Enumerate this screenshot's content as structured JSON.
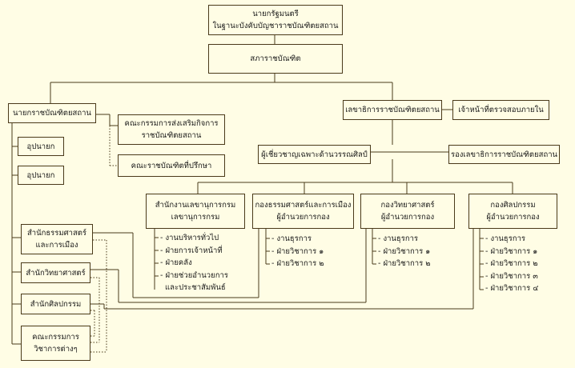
{
  "nodes": {
    "prime_minister": "นายกรัฐมนตรี\nในฐานะบังคับบัญชาราชบัณฑิตยสถาน",
    "royal_council": "สภาราชบัณฑิต",
    "president": "นายกราชบัณฑิตยสถาน",
    "vp1": "อุปนายก",
    "vp2": "อุปนายก",
    "promotion_committee": "คณะกรรมการส่งเสริมกิจการ\nราชบัณฑิตยสถาน",
    "advisory_committee": "คณะราชบัณฑิตที่ปรึกษา",
    "secretary_general": "เลขาธิการราชบัณฑิตยสถาน",
    "internal_audit": "เจ้าหน้าที่ตรวจสอบภายใน",
    "arts_expert": "ผู้เชี่ยวชาญเฉพาะด้านวรรณศิลป์",
    "deputy_secretary": "รองเลขาธิการราชบัณฑิตยสถาน",
    "secretary_office": "สำนักงานเลขานุการกรม\nเลขานุการกรม",
    "moral_political_div": "กองธรรมศาสตร์และการเมือง\nผู้อำนวยการกอง",
    "science_div": "กองวิทยาศาสตร์\nผู้อำนวยการกอง",
    "arts_div": "กองศิลปกรรม\nผู้อำนวยการกอง",
    "academy_moral_political": "สำนักธรรมศาสตร์\nและการเมือง",
    "academy_science": "สำนักวิทยาศาสตร์",
    "academy_arts": "สำนักศิลปกรรม",
    "academic_committees": "คณะกรรมการ\nวิชาการต่างๆ"
  },
  "lists": {
    "secretary_office": [
      "งานบริหารทั่วไป",
      "ฝ่ายการเจ้าหน้าที่",
      "ฝ่ายคลัง",
      "ฝ่ายช่วยอำนวยการ",
      "และประชาสัมพันธ์"
    ],
    "moral_political_div": [
      "งานธุรการ",
      "ฝ่ายวิชาการ ๑",
      "ฝ่ายวิชาการ ๒"
    ],
    "science_div": [
      "งานธุรการ",
      "ฝ่ายวิชาการ ๑",
      "ฝ่ายวิชาการ ๒"
    ],
    "arts_div": [
      "งานธุรการ",
      "ฝ่ายวิชาการ ๑",
      "ฝ่ายวิชาการ ๒",
      "ฝ่ายวิชาการ ๓",
      "ฝ่ายวิชาการ ๔"
    ]
  },
  "colors": {
    "background": "#fffde5",
    "line": "#4a3a1a"
  }
}
